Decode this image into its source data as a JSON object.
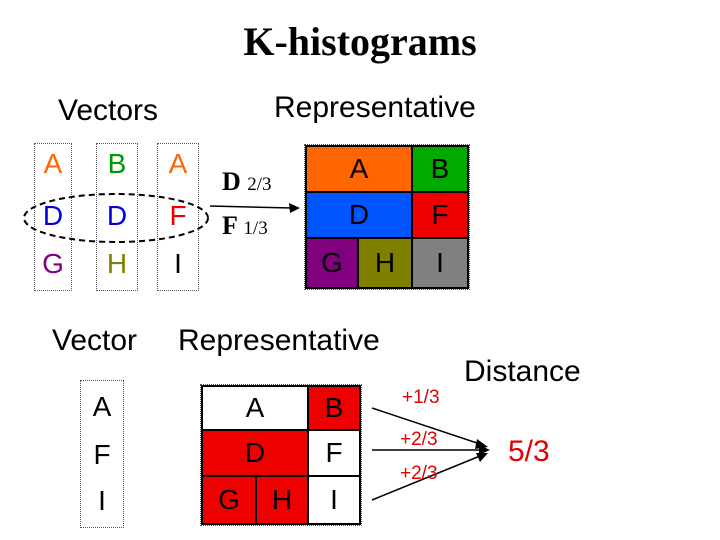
{
  "title": "K-histograms",
  "top": {
    "vectors_label": "Vectors",
    "representative_label": "Representative",
    "columns": [
      [
        "A",
        "D",
        "G"
      ],
      [
        "B",
        "D",
        "H"
      ],
      [
        "A",
        "F",
        "I"
      ]
    ],
    "column_colors": [
      [
        "#ff6600",
        "#0000dd",
        "#800080"
      ],
      [
        "#009900",
        "#0000dd",
        "#808000"
      ],
      [
        "#ff6600",
        "#ee0000",
        "#000000"
      ]
    ],
    "freq": [
      {
        "letter": "D",
        "value": "2/3"
      },
      {
        "letter": "F",
        "value": "1/3"
      }
    ],
    "rep_cells": [
      {
        "text": "A",
        "color": "#ff6600"
      },
      {
        "text": "B",
        "color": "#00aa00"
      },
      {
        "text": "D",
        "color": "#0055ff"
      },
      {
        "text": "F",
        "color": "#ee0000"
      },
      {
        "text": "G",
        "color": "#800080"
      },
      {
        "text": "H",
        "color": "#808000"
      },
      {
        "text": "I",
        "color": "#808080"
      }
    ]
  },
  "bottom": {
    "vector_label": "Vector",
    "representative_label": "Representative",
    "distance_label": "Distance",
    "vector": [
      "A",
      "F",
      "I"
    ],
    "rep_cells": [
      {
        "text": "A",
        "color": "#ffffff"
      },
      {
        "text": "B",
        "color": "#ee0000"
      },
      {
        "text": "D",
        "color": "#ee0000"
      },
      {
        "text": "F",
        "color": "#ffffff"
      },
      {
        "text": "G",
        "color": "#ee0000"
      },
      {
        "text": "H",
        "color": "#ee0000"
      },
      {
        "text": "I",
        "color": "#ffffff"
      }
    ],
    "terms": [
      "+1/3",
      "+2/3",
      "+2/3"
    ],
    "total": "5/3",
    "accent": "#e00000"
  }
}
